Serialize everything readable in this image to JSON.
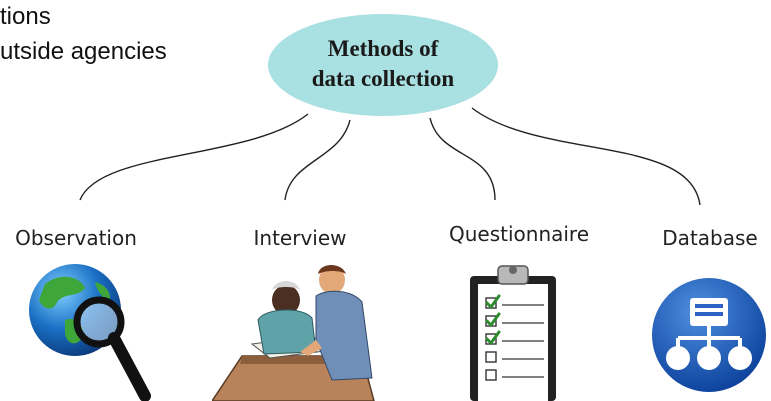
{
  "background_text": {
    "line1": "tions",
    "line2": "utside agencies"
  },
  "hub": {
    "line1": "Methods of",
    "line2": "data collection",
    "fill": "#a9e0e2"
  },
  "branches": [
    {
      "label": "Observation",
      "icon": "globe-magnifier-icon"
    },
    {
      "label": "Interview",
      "icon": "people-interview-icon"
    },
    {
      "label": "Questionnaire",
      "icon": "clipboard-checklist-icon"
    },
    {
      "label": "Database",
      "icon": "network-database-icon"
    }
  ]
}
